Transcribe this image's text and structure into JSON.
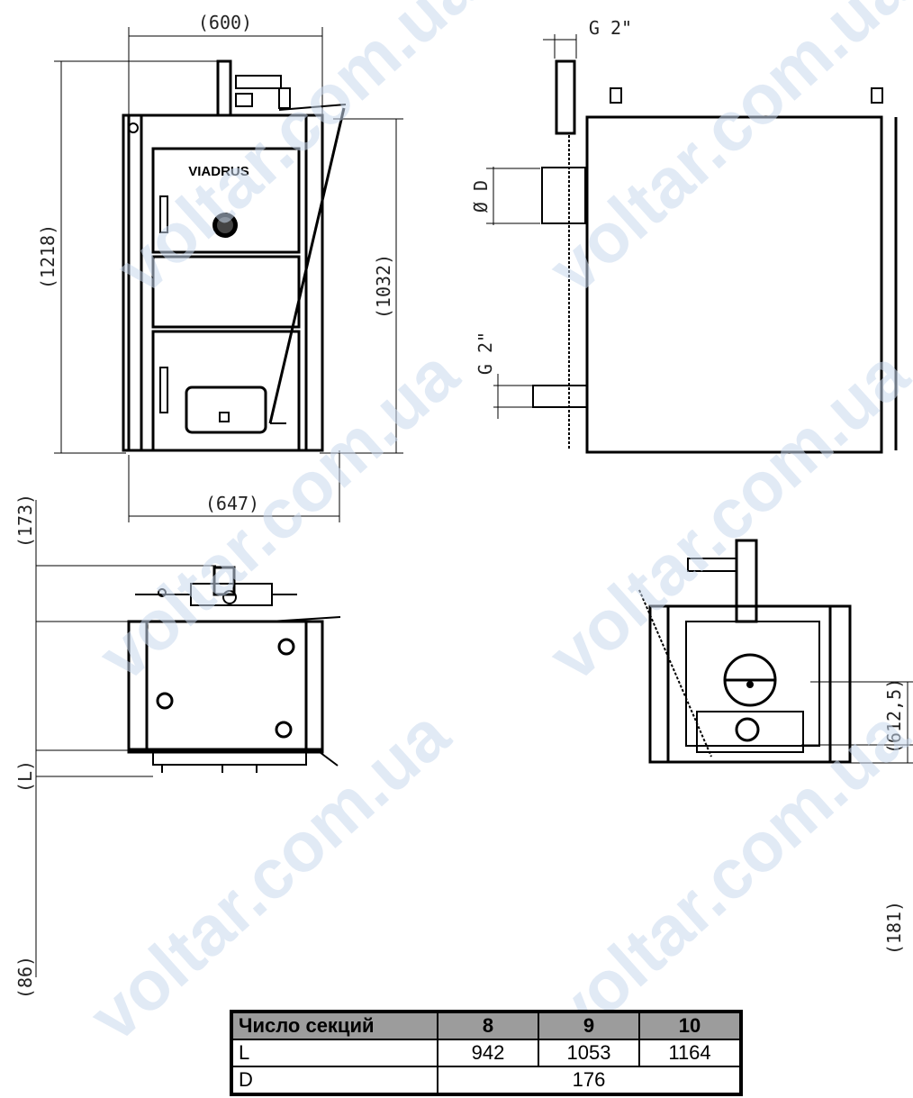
{
  "watermark": "voltar.com.ua",
  "front_view": {
    "brand": "VIADRUS",
    "width_top": "(600)",
    "width_bottom": "(647)",
    "height_total": "(1218)",
    "height_body": "(1032)"
  },
  "side_view": {
    "connection_top": "G 2\"",
    "diameter": "Ø D",
    "connection_bottom": "G 2\""
  },
  "top_view": {
    "dim_top": "(173)",
    "length": "(L)",
    "dim_bottom": "(86)"
  },
  "rear_view": {
    "height_upper": "(612,5)",
    "height_lower": "(181)"
  },
  "table": {
    "header_label": "Число секций",
    "columns": [
      "8",
      "9",
      "10"
    ],
    "row_L_label": "L",
    "row_L_values": [
      "942",
      "1053",
      "1164"
    ],
    "row_D_label": "D",
    "row_D_value": "176"
  }
}
